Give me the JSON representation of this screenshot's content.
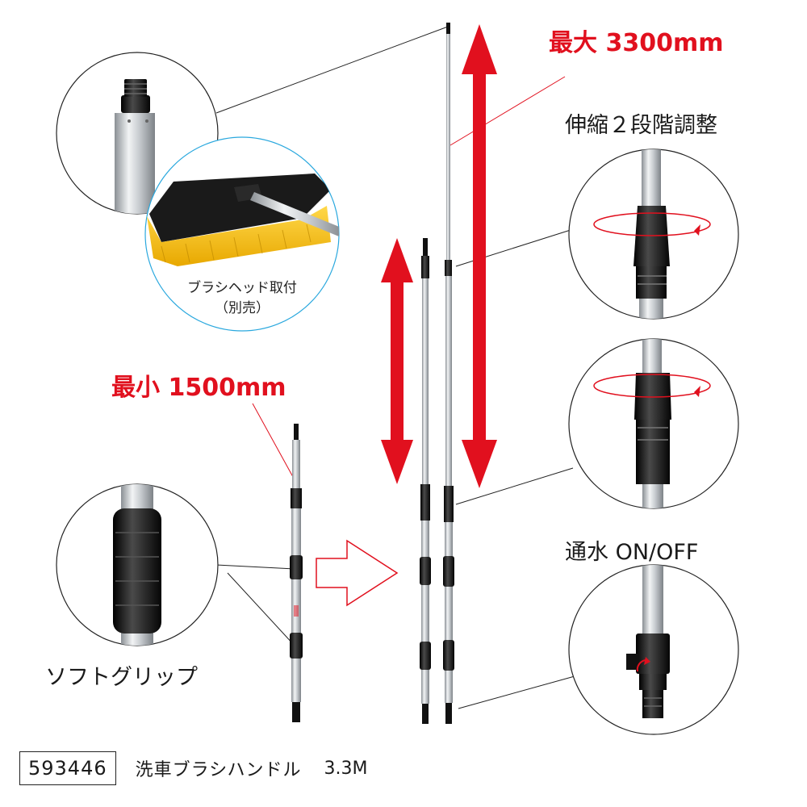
{
  "labels": {
    "max_length": "最大 3300mm",
    "min_length": "最小 1500mm",
    "adjust": "伸縮２段階調整",
    "water": "通水 ON/OFF",
    "grip": "ソフトグリップ",
    "brush_caption_1": "ブラシヘッド取付",
    "brush_caption_2": "（別売）"
  },
  "footer": {
    "code": "593446",
    "name": "洗車ブラシハンドル",
    "spec": "3.3M"
  },
  "colors": {
    "accent_red": "#e1101e",
    "callout_blue": "#2aa8de",
    "pole_silver": "#c4c8cc",
    "grip_black": "#1a1a1a",
    "brush_yellow": "#f4c400"
  },
  "icons": [
    "expand-arrow-icon",
    "transform-arrow-icon",
    "rotate-arrow-icon"
  ]
}
